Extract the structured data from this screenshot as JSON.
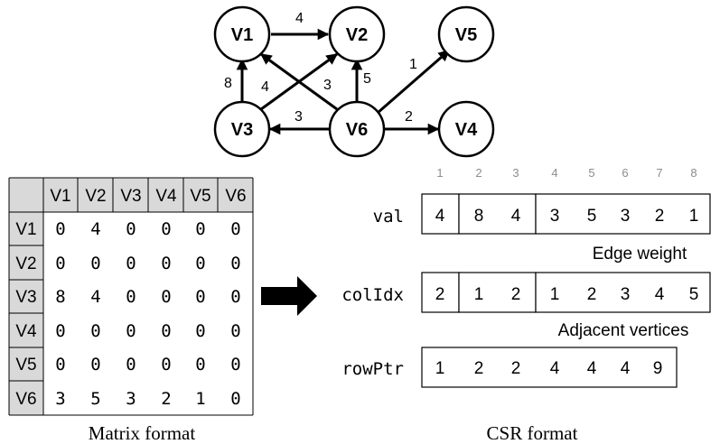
{
  "graph": {
    "nodes": [
      {
        "id": "V1",
        "label": "V1"
      },
      {
        "id": "V2",
        "label": "V2"
      },
      {
        "id": "V5",
        "label": "V5"
      },
      {
        "id": "V3",
        "label": "V3"
      },
      {
        "id": "V6",
        "label": "V6"
      },
      {
        "id": "V4",
        "label": "V4"
      }
    ],
    "edges": [
      {
        "from": "V1",
        "to": "V2",
        "weight": "4"
      },
      {
        "from": "V3",
        "to": "V1",
        "weight": "8"
      },
      {
        "from": "V3",
        "to": "V2",
        "weight": "4"
      },
      {
        "from": "V6",
        "to": "V1",
        "weight": "3"
      },
      {
        "from": "V6",
        "to": "V2",
        "weight": "5"
      },
      {
        "from": "V6",
        "to": "V5",
        "weight": "1"
      },
      {
        "from": "V6",
        "to": "V3",
        "weight": "3"
      },
      {
        "from": "V6",
        "to": "V4",
        "weight": "2"
      }
    ]
  },
  "matrix": {
    "column_headers": [
      "V1",
      "V2",
      "V3",
      "V4",
      "V5",
      "V6"
    ],
    "row_headers": [
      "V1",
      "V2",
      "V3",
      "V4",
      "V5",
      "V6"
    ],
    "rows": [
      [
        "0",
        "4",
        "0",
        "0",
        "0",
        "0"
      ],
      [
        "0",
        "0",
        "0",
        "0",
        "0",
        "0"
      ],
      [
        "8",
        "4",
        "0",
        "0",
        "0",
        "0"
      ],
      [
        "0",
        "0",
        "0",
        "0",
        "0",
        "0"
      ],
      [
        "0",
        "0",
        "0",
        "0",
        "0",
        "0"
      ],
      [
        "3",
        "5",
        "3",
        "2",
        "1",
        "0"
      ]
    ],
    "caption": "Matrix format"
  },
  "csr": {
    "indices": [
      "1",
      "2",
      "3",
      "4",
      "5",
      "6",
      "7",
      "8"
    ],
    "val": {
      "name": "val",
      "values": [
        "4",
        "8",
        "4",
        "3",
        "5",
        "3",
        "2",
        "1"
      ],
      "caption": "Edge weight"
    },
    "colIdx": {
      "name": "colIdx",
      "values": [
        "2",
        "1",
        "2",
        "1",
        "2",
        "3",
        "4",
        "5"
      ],
      "caption": "Adjacent vertices"
    },
    "rowPtr": {
      "name": "rowPtr",
      "values": [
        "1",
        "2",
        "2",
        "4",
        "4",
        "4",
        "9"
      ]
    },
    "caption": "CSR format"
  }
}
